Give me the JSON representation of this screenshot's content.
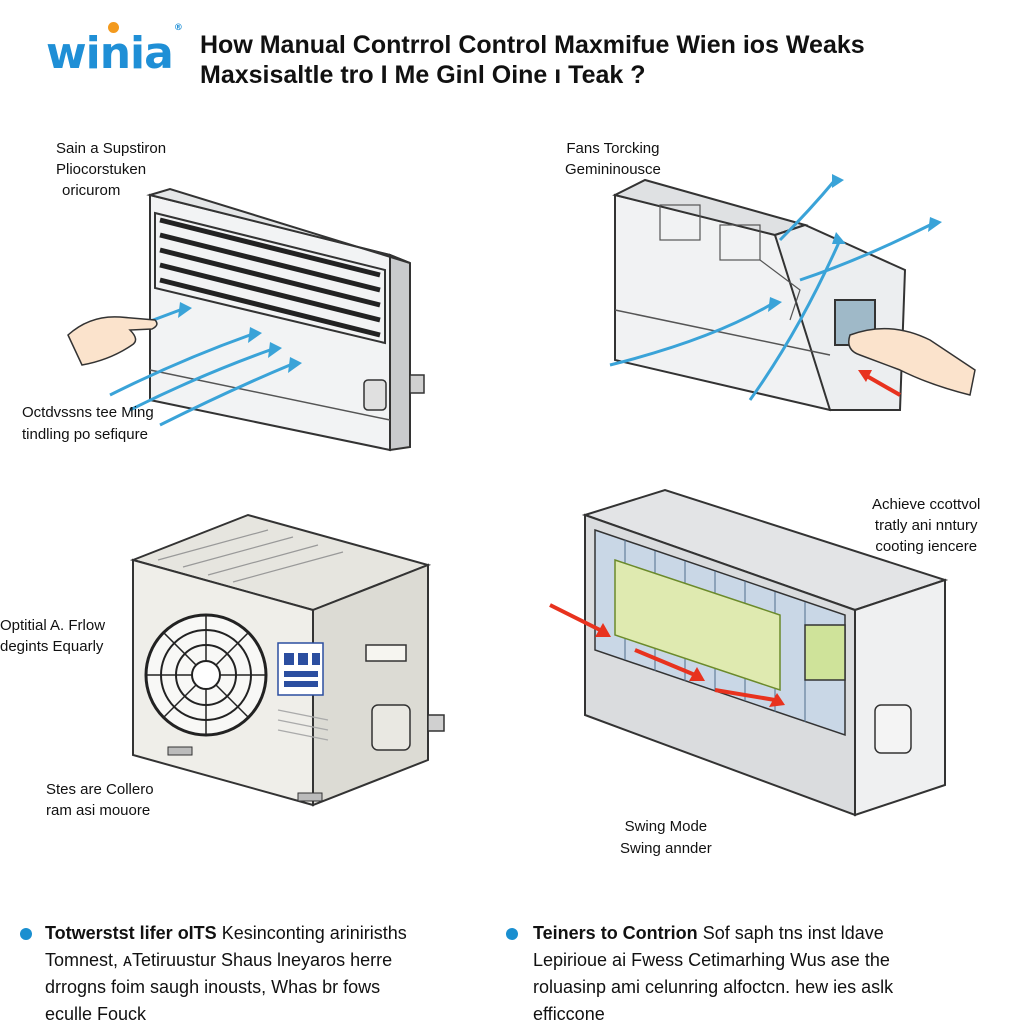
{
  "header": {
    "logo_text": "winia",
    "logo_mark": "®",
    "title_line1": "How Manual Contrrol Control Maxmifue Wien ios Weaks",
    "title_line2": "Maxsisaltle tro I Me Ginl Oine ı Teak ?"
  },
  "panels": {
    "top_left": {
      "callout_top": [
        "Sain a Supstiron",
        "Pliocorstuken",
        "oricurom"
      ],
      "callout_bottom": [
        "Octdvssns tee Ming",
        "tindling po sefiqure"
      ]
    },
    "top_right": {
      "callout_top": [
        "Fans Torcking",
        "Gemininousce"
      ]
    },
    "bottom_left": {
      "callout_left": [
        "Optitial A. Frlow",
        "degints Equarly"
      ],
      "callout_bottom": [
        "Stes are Collero",
        "ram asi mouore"
      ]
    },
    "bottom_right": {
      "callout_top": [
        "Achieve ccottvol",
        "tratly ani nntury",
        "cooting iencere"
      ],
      "callout_bottom_title": "Swing Mode",
      "callout_bottom_sub": "Swing annder"
    }
  },
  "bullets": [
    {
      "lead": "Totwerstst lifer oITS",
      "lines": [
        "Kesinconting arinirisths",
        "Tomnest, ᴀTetiruustur Shaus lneyaros herre",
        "drrogns foim saugh inousts, Whas br fows",
        "eculle Fouck"
      ]
    },
    {
      "lead": "Teiners to Contrion",
      "lines": [
        "Sof saph tns inst ldave",
        "Lepirioue ai Fwess Cetimarhing Wus ase the",
        "roluasinp ami celunring alfoctcn. hew ies aslk",
        "efficcone"
      ]
    }
  ],
  "colors": {
    "brand_blue": "#1f8fd6",
    "brand_orange": "#f39a1e",
    "airflow_blue": "#3aa3d8",
    "heat_red": "#e8321e",
    "bullet_blue": "#1a8fd0"
  },
  "icons": [
    "airflow-arrow-icon",
    "heat-arrow-icon",
    "hand-icon",
    "fan-grille-icon",
    "bullet-dot-icon"
  ]
}
